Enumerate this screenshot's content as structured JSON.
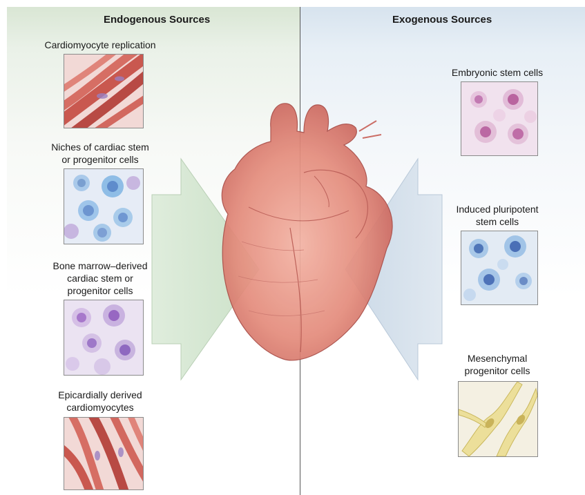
{
  "left_panel": {
    "title": "Endogenous Sources",
    "items": [
      {
        "label": "Cardiomyocyte replication"
      },
      {
        "label_line1": "Niches of cardiac stem",
        "label_line2": "or progenitor cells"
      },
      {
        "label_line1": "Bone marrow–derived",
        "label_line2": "cardiac stem or",
        "label_line3": "progenitor cells"
      },
      {
        "label_line1": "Epicardially derived",
        "label_line2": "cardiomyocytes"
      }
    ]
  },
  "right_panel": {
    "title": "Exogenous Sources",
    "items": [
      {
        "label": "Embryonic stem cells"
      },
      {
        "label_line1": "Induced pluripotent",
        "label_line2": "stem cells"
      },
      {
        "label_line1": "Mesenchymal",
        "label_line2": "progenitor cells"
      }
    ]
  },
  "colors": {
    "muscle": "#c9584f",
    "cell_pink": "#c87ab8",
    "cell_blue": "#6fa8d6",
    "cell_purple": "#9b86c9",
    "mesenchymal": "#e8d98a",
    "arrow_left": "#cfe3cc",
    "arrow_right": "#cddbe8",
    "heart": "#e28a7c"
  }
}
